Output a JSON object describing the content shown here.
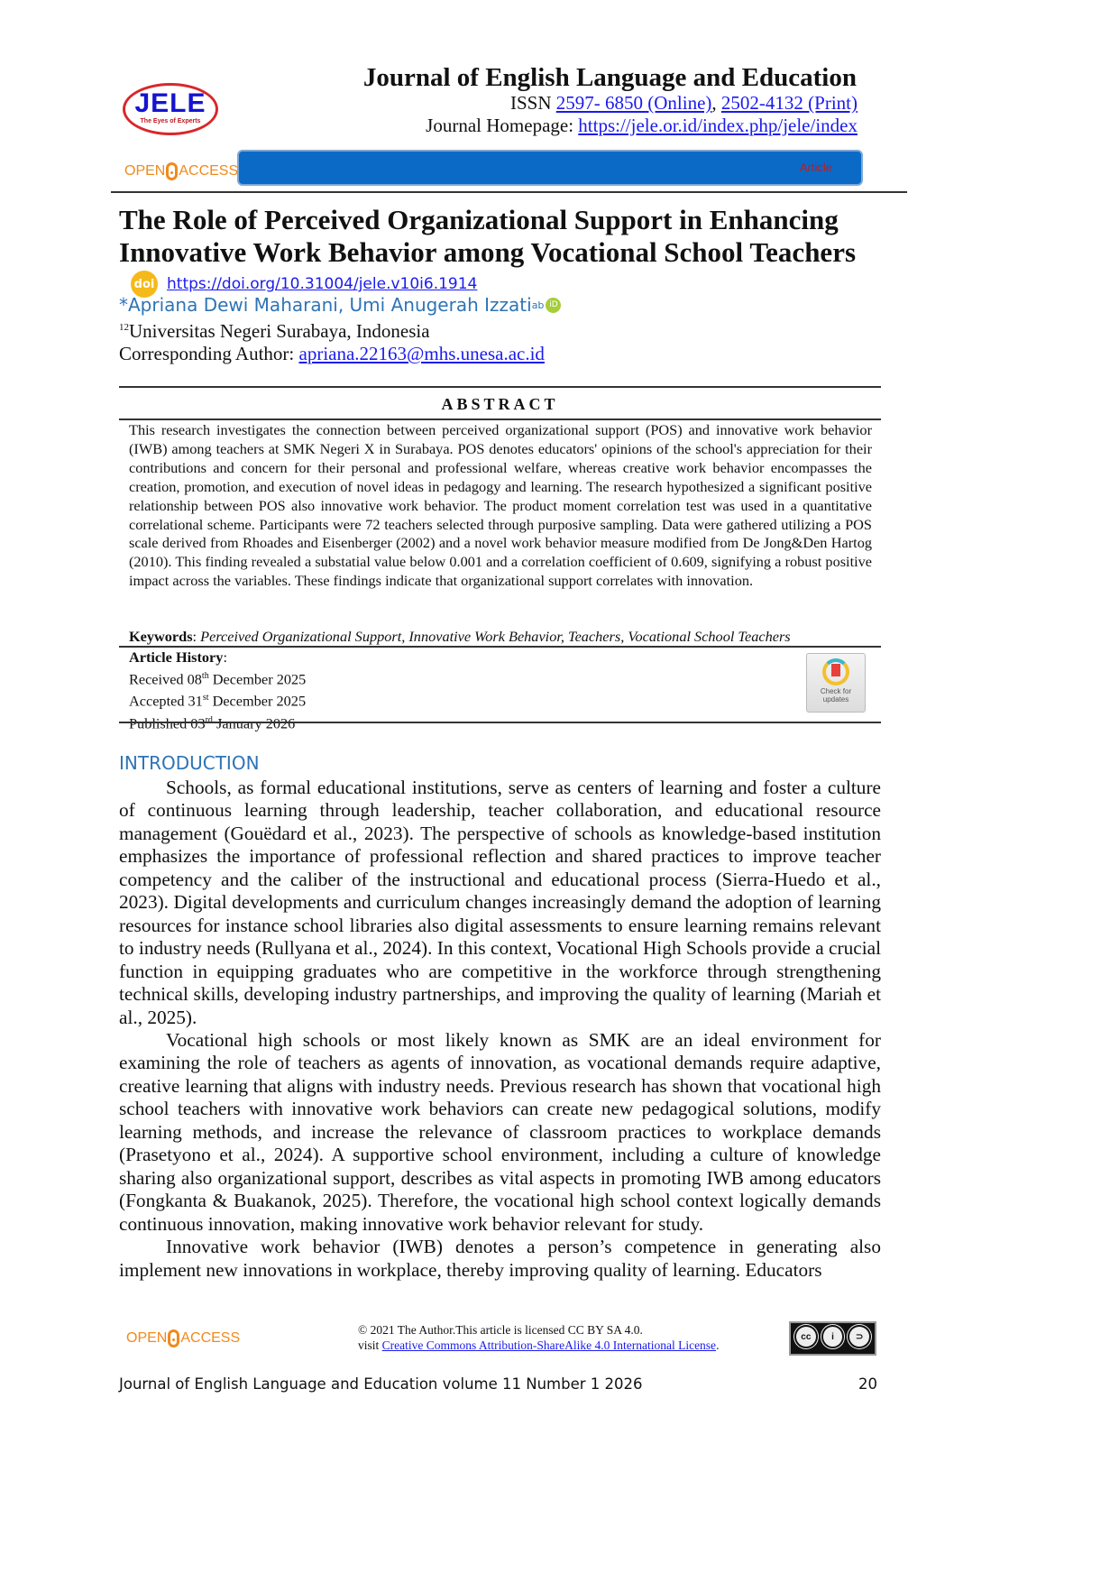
{
  "header": {
    "journal_title": "Journal of English Language and Education",
    "issn_label": "ISSN",
    "issn_online": "2597- 6850 (Online)",
    "issn_sep": ",",
    "issn_print": "2502-4132 (Print)",
    "homepage_label": "Journal Homepage:",
    "homepage_url": "https://jele.or.id/index.php/jele/index",
    "logo_text": "JELE",
    "logo_tagline": "The Eyes of Experts",
    "open_access_left": "OPEN",
    "open_access_right": "ACCESS",
    "article_type": "Article"
  },
  "article": {
    "title": "The Role of Perceived Organizational Support in Enhancing Innovative Work Behavior among Vocational School Teachers",
    "doi_icon": "doi",
    "doi_url": "https://doi.org/10.31004/jele.v10i6.1914",
    "authors": "*Apriana Dewi Maharani, Umi Anugerah Izzati",
    "author_sup": "ab",
    "orcid_icon": "iD",
    "affiliation_sup": "12",
    "affiliation": "Universitas Negeri Surabaya, Indonesia",
    "corresponding_label": "Corresponding Author:",
    "corresponding_email": "apriana.22163@mhs.unesa.ac.id"
  },
  "abstract": {
    "heading": "ABSTRACT",
    "text": "This research investigates the connection between perceived organizational support (POS) and innovative work behavior (IWB) among teachers at SMK Negeri X in Surabaya. POS denotes educators' opinions of the school's appreciation for their contributions and concern for their personal and professional welfare, whereas creative work behavior encompasses the creation, promotion, and execution of novel ideas in pedagogy and learning. The research hypothesized a significant positive relationship between POS also innovative work behavior. The product moment correlation test was used in a quantitative correlational scheme. Participants were 72 teachers selected through purposive sampling. Data were gathered utilizing a POS scale derived from Rhoades and Eisenberger (2002) and a novel work behavior measure modified from De Jong&Den Hartog (2010). This finding revealed a substatial value below 0.001 and a correlation coefficient of 0.609, signifying a robust positive impact across the variables. These findings indicate that organizational support correlates with innovation.",
    "keywords_label": "Keywords",
    "keywords": "Perceived Organizational Support, Innovative Work Behavior, Teachers, Vocational School Teachers"
  },
  "history": {
    "label": "Article History",
    "received": {
      "prefix": "Received 08",
      "sup": "th",
      "suffix": " December 2025"
    },
    "accepted": {
      "prefix": "Accepted 31",
      "sup": "st",
      "suffix": " December 2025"
    },
    "published": {
      "prefix": "Published 03",
      "sup": "rd",
      "suffix": " January 2026"
    },
    "check_updates": "Check for updates"
  },
  "introduction": {
    "heading": "INTRODUCTION",
    "paragraphs": [
      "Schools, as formal educational institutions, serve as centers of learning and foster a culture of continuous learning through leadership, teacher collaboration, and educational resource management (Gouëdard et al., 2023). The perspective of schools as knowledge-based institution emphasizes the importance of professional reflection and shared practices to improve teacher competency and the caliber of the instructional and educational process (Sierra-Huedo et al., 2023). Digital developments and curriculum changes increasingly demand the adoption of learning resources for instance school libraries also digital assessments to ensure learning remains relevant to industry needs (Rullyana et al., 2024). In this context, Vocational High Schools provide a crucial function in equipping graduates who are competitive in the workforce through strengthening technical skills, developing industry partnerships, and improving the quality of learning (Mariah et al., 2025).",
      "Vocational high schools or most likely known as SMK are an ideal environment for examining the role of teachers as agents of innovation, as vocational demands require adaptive, creative learning that aligns with industry needs. Previous research has shown that vocational high school teachers with innovative work behaviors can create new pedagogical solutions, modify learning methods, and increase the relevance of classroom practices to workplace demands (Prasetyono et al., 2024). A supportive school environment, including a culture of knowledge sharing also organizational support, describes as vital aspects in promoting IWB among educators (Fongkanta & Buakanok, 2025). Therefore, the vocational high school context logically demands continuous innovation, making innovative work behavior relevant for study.",
      "Innovative work behavior (IWB) denotes a person’s competence in generating also implement new innovations in workplace, thereby improving quality of learning. Educators"
    ]
  },
  "footer": {
    "license_line1": "© 2021 The Author.This article is licensed CC BY SA 4.0.",
    "license_visit": "visit",
    "license_link": "Creative Commons Attribution-ShareAlike 4.0 International License",
    "license_end": ".",
    "cc_badge": [
      "cc",
      "i",
      "⊃"
    ],
    "journal_volume": "Journal of English Language and Education volume 11 Number 1 2026",
    "page_number": "20"
  }
}
